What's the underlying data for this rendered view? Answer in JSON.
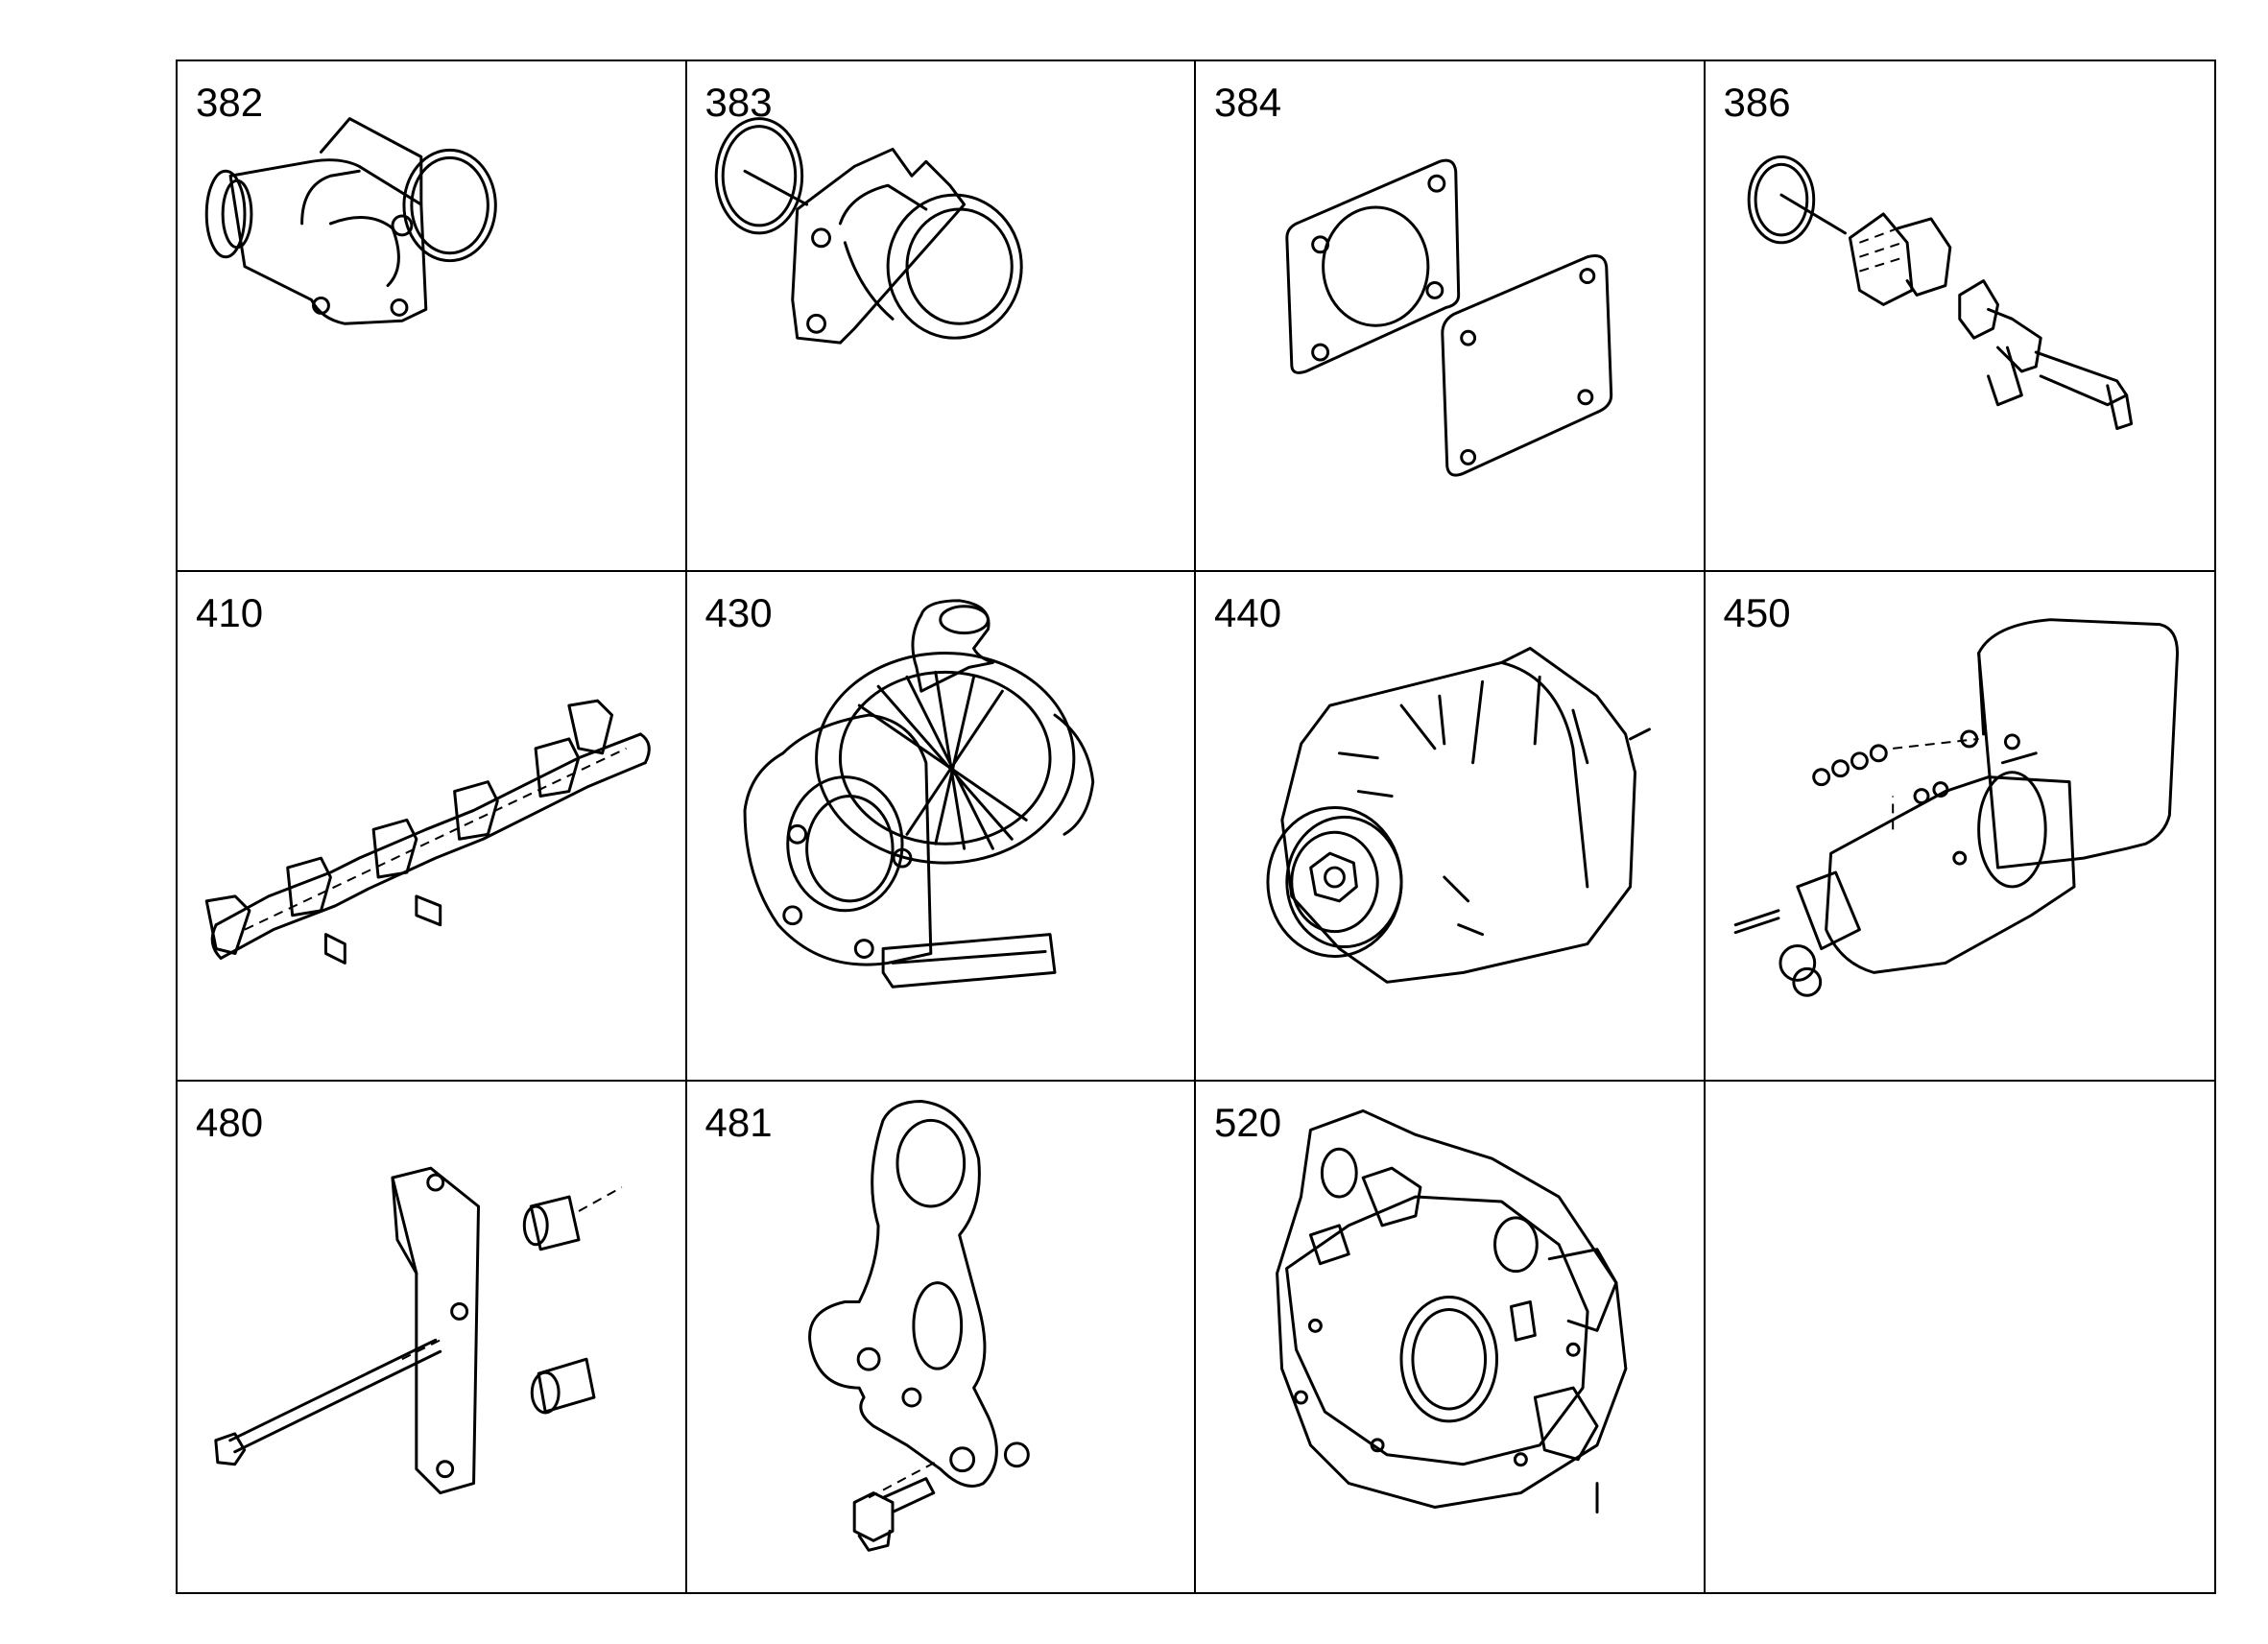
{
  "cells": [
    {
      "number": "382",
      "part_icon": "thermostat-housing-with-o-ring"
    },
    {
      "number": "383",
      "part_icon": "water-outlet-flange-with-o-ring"
    },
    {
      "number": "384",
      "part_icon": "gasket-and-cover-plate"
    },
    {
      "number": "386",
      "part_icon": "drain-plug-and-valve"
    },
    {
      "number": "410",
      "part_icon": "exhaust-manifold"
    },
    {
      "number": "430",
      "part_icon": "turbocharger"
    },
    {
      "number": "440",
      "part_icon": "alternator"
    },
    {
      "number": "450",
      "part_icon": "starter-motor"
    },
    {
      "number": "480",
      "part_icon": "bracket-with-bolt-and-spacers"
    },
    {
      "number": "481",
      "part_icon": "lifting-eye-bracket-with-bolt"
    },
    {
      "number": "520",
      "part_icon": "flywheel-housing"
    },
    {
      "number": "",
      "part_icon": ""
    }
  ]
}
